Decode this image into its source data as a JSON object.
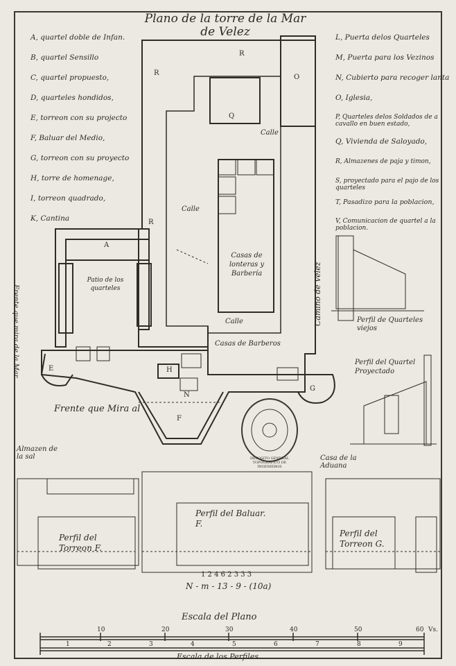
{
  "title": {
    "line1": "Plano de la torre de la Mar",
    "line2": "de Velez"
  },
  "legend_left": [
    "A, quartel doble de Infan.",
    "B, quartel Sensillo",
    "C, quartel propuesto,",
    "D, quarteles hondidos,",
    "E, torreon con su projecto",
    "F, Baluar del Medio,",
    "G, torreon con su proyecto",
    "H, torre de homenage,",
    "I, torreon quadrado,",
    "K, Cantina"
  ],
  "legend_right": [
    "L, Puerta delos Quarteles",
    "M, Puerta para los Vezinos",
    "N, Cubierto para recoger lanta",
    "O, Iglesia,",
    "P, Quarteles delos Soldados de a cavallo en buen estado,",
    "Q, Vivienda de Saloyado,",
    "R, Almazenes de paja y timon,",
    "S, proyectado para el pajo de los quarteles",
    "T, Pasadizo para la poblacion,",
    "V, Comunicacion de quartel a la poblacion."
  ],
  "plan_labels": {
    "calle_1": "Calle",
    "calle_2": "Calle",
    "calle_3": "Calle",
    "casas_lonteras": "Casas de lonteras y Barbería",
    "casas_barberos": "Casas de Barberos",
    "patio": "Patio de los quarteles",
    "frente_mar_vertical": "Frente que mira de la Mar",
    "frente_que_mira": "Frente que Mira al",
    "camino": "Camino de Velez",
    "perfil_viejos": "Perfil de Quarteles viejos",
    "perfil_proyectado": "Perfil del Quartel Proyectado"
  },
  "stamp": {
    "text": "DEPOSITO GENERAL TOPOGRAFICO DE INGENIEROS"
  },
  "profiles": {
    "almazen": "Almazen de la sal",
    "aduana": "Casa de la Aduana",
    "torreon_f": "Perfil del Torreon F.",
    "baluarte_f": "Perfil del Baluar. F.",
    "torreon_g": "Perfil del Torreon G."
  },
  "catalog": {
    "line1": "1 2 4 6 2 3 3 3",
    "line2": "N - m - 13 - 9 - (10a)"
  },
  "scale": {
    "title": "Escala del Plano",
    "ticks": [
      "10",
      "20",
      "30",
      "40",
      "50",
      "60"
    ],
    "ticks_lower": [
      "1",
      "2",
      "3",
      "4",
      "5",
      "6",
      "7",
      "8",
      "9"
    ],
    "unit": "Vs.",
    "caption": "Escala de los Perfiles."
  }
}
